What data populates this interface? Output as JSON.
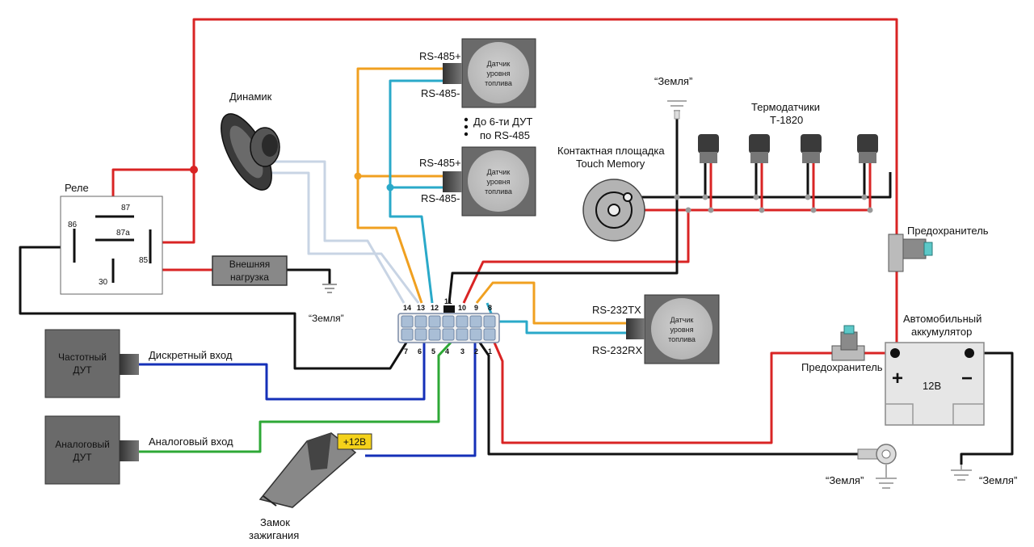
{
  "labels": {
    "relay": "Реле",
    "relay_pins": [
      "87",
      "86",
      "87a",
      "85",
      "30"
    ],
    "load_line1": "Внешняя",
    "load_line2": "нагрузка",
    "ground": "“Земля”",
    "speaker": "Динамик",
    "freq_dut_line1": "Частотный",
    "freq_dut_line2": "ДУТ",
    "analog_dut_line1": "Аналоговый",
    "analog_dut_line2": "ДУТ",
    "discrete_input": "Дискретный вход",
    "analog_input": "Аналоговый вход",
    "ignition_line1": "Замок",
    "ignition_line2": "зажигания",
    "plus12": "+12В",
    "rs485_plus": "RS-485+",
    "rs485_minus": "RS-485-",
    "sensor_line1": "Датчик",
    "sensor_line2": "уровня",
    "sensor_line3": "топлива",
    "up_to_6_line1": "До 6-ти ДУТ",
    "up_to_6_line2": "по RS-485",
    "rs232tx": "RS-232TX",
    "rs232rx": "RS-232RX",
    "thermo_line1": "Термодатчики",
    "thermo_line2": "Т-1820",
    "touch_line1": "Контактная площадка",
    "touch_line2": "Touch Memory",
    "fuse": "Предохранитель",
    "battery_line1": "Автомобильный",
    "battery_line2": "аккумулятор",
    "battery_plus": "+",
    "battery_minus": "−",
    "battery_voltage": "12В"
  },
  "connector": {
    "top_pins": [
      "14",
      "13",
      "12",
      "11",
      "10",
      "9",
      "8"
    ],
    "bottom_pins": [
      "7",
      "6",
      "5",
      "4",
      "3",
      "2",
      "1"
    ]
  },
  "colors": {
    "red": "#d92424",
    "black": "#111111",
    "blue": "#1530b8",
    "green": "#2ea836",
    "orange": "#f0a020",
    "cyan": "#2aa9c9",
    "gray": "#c8d4e4"
  }
}
